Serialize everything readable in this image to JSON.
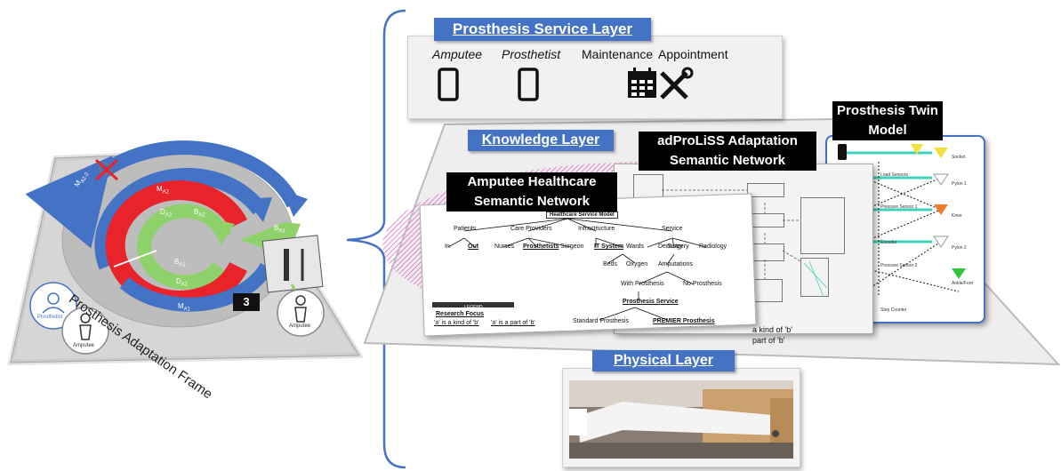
{
  "frame": {
    "label": "Prosthesis Adaptation Frame",
    "badge": "3",
    "loop_labels": {
      "m_a2_2": "M",
      "m_a2_2_sub": "A2-2",
      "m_a2": "M",
      "m_a2_sub": "A2",
      "d_a2": "D",
      "d_a2_sub": "A2",
      "b_a2": "B",
      "b_a2_sub": "A2",
      "d_a1": "D",
      "d_a1_sub": "A1",
      "b_a1": "B",
      "b_a1_sub": "A1",
      "m_a1": "M",
      "m_a1_sub": "A1",
      "b_a1r": "B",
      "b_a1r_sub": "A1"
    },
    "actors": {
      "prosthetist": "Prosthetist",
      "amputee_left": "Amputee",
      "amputee_right": "Amputee"
    }
  },
  "service_layer": {
    "title": "Prosthesis Service Layer",
    "items": [
      "Amputee",
      "Prosthetist",
      "Maintenance",
      "Appointment"
    ]
  },
  "knowledge_layer": {
    "title": "Knowledge Layer"
  },
  "adproliss": {
    "title_line1": "adProLiSS Adaptation",
    "title_line2": "Semantic Network",
    "legend1": "a kind of 'b'",
    "legend2": "part of 'b'"
  },
  "twin": {
    "title_line1": "Prosthesis Twin",
    "title_line2": "Model",
    "sensors": [
      "Socket",
      "Pylon 1",
      "Knee",
      "Pylon 2",
      "Ankle/Foot",
      "Pressure Sensor 2",
      "Step Counter",
      "Encoder",
      "Pressure Sensor 1",
      "Load Sensors"
    ]
  },
  "healthcare": {
    "title_line1": "Amputee Healthcare",
    "title_line2": "Semantic Network",
    "model_title": "Healthcare Service Model",
    "nodes": {
      "patients": "Patients",
      "care_providers": "Care Providers",
      "infrastructure": "Infrastructure",
      "service": "Service",
      "in": "In",
      "out": "Out",
      "nurses": "Nurses",
      "prosthetists": "Prosthetists",
      "surgeon": "Surgeon",
      "it_system": "IT System",
      "wards": "Wards",
      "beds": "Beds",
      "oxygen": "Oxygen",
      "dentistry": "Dentistry",
      "surgery": "Surgery",
      "radiology": "Radiology",
      "amputations": "Amputations",
      "with_prosthesis": "With Prosthesis",
      "no_prosthesis": "No Prosthesis",
      "prosthesis_service": "Prosthesis Service",
      "standard_prosthesis": "Standard Prosthesis",
      "premier_prosthesis": "PREMIER Prosthesis"
    },
    "legend": {
      "title": "LEGEND",
      "research_focus": "Research Focus",
      "kind_of": "'a' is a kind of 'b'",
      "part_of": "'a' is a part of 'b'"
    }
  },
  "physical_layer": {
    "title": "Physical Layer"
  },
  "colors": {
    "blue": "#4472c4",
    "red": "#e8232a",
    "green": "#8fd16a",
    "gray": "#c8c8c8",
    "magenta": "#e040c0"
  }
}
